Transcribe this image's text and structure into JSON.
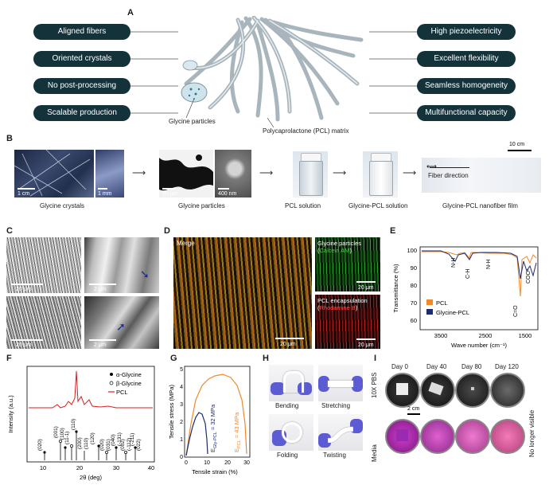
{
  "panels": {
    "A": "A",
    "B": "B",
    "C": "C",
    "D": "D",
    "E": "E",
    "F": "F",
    "G": "G",
    "H": "H",
    "I": "I"
  },
  "panelA": {
    "left_features": [
      "Aligned fibers",
      "Oriented crystals",
      "No post-processing",
      "Scalable production"
    ],
    "right_features": [
      "High piezoelectricity",
      "Excellent flexibility",
      "Seamless homogeneity",
      "Multifunctional capacity"
    ],
    "label_particles": "Glycine particles",
    "label_matrix": "Polycaprolactone (PCL) matrix",
    "colors": {
      "pill": "#14323a",
      "fiber": "#9aa8b0"
    }
  },
  "panelB": {
    "captions": [
      "Glycine crystals",
      "Glycine particles",
      "PCL solution",
      "Glycine-PCL solution",
      "Glycine-PCL nanofiber film"
    ],
    "scalebars": [
      "1 cm",
      "1 mm",
      "50 μm",
      "400 nm",
      "10 cm"
    ],
    "fiber_direction": "Fiber direction"
  },
  "panelC": {
    "scalebars": [
      "20 μm",
      "2 μm",
      "20 μm",
      "2 μm"
    ]
  },
  "panelD": {
    "merge": "Merge",
    "glycine_title": "Glycine particles",
    "glycine_stain": "Calcein AM",
    "pcl_title": "PCL encapsulation",
    "pcl_stain": "Rhodamine B",
    "scalebars": [
      "20 μm",
      "20 μm",
      "20 μm"
    ]
  },
  "panelE": {
    "ylabel": "Transmittance (%)",
    "xlabel": "Wave number (cm⁻¹)",
    "yticks": [
      "100",
      "90",
      "80",
      "70",
      "60"
    ],
    "xticks": [
      "3500",
      "2500",
      "1500"
    ],
    "legend": [
      "PCL",
      "Glycine-PCL"
    ],
    "annotations": [
      "N-H",
      "C-H",
      "N-H",
      "C=O",
      "COO-"
    ],
    "colors": {
      "pcl": "#f0892b",
      "gly": "#1c2a6e"
    }
  },
  "panelF": {
    "ylabel": "Intensity (a.u.)",
    "xlabel": "2θ (deg)",
    "xticks": [
      "10",
      "20",
      "30",
      "40"
    ],
    "legend": [
      "α-Glycine",
      "β-Glycine",
      "PCL"
    ],
    "peaks": [
      "(020)",
      "(001)",
      "(100)",
      "(11-1)",
      "(110)",
      "(200)",
      "(110)",
      "(120)",
      "(020)",
      "(031)",
      "(040)",
      "(-131)",
      "(002)",
      "(-112)",
      "(-211)",
      "(022)"
    ]
  },
  "panelG": {
    "ylabel": "Tensile stress (MPa)",
    "xlabel": "Tensile strain (%)",
    "yticks": [
      "0",
      "1",
      "2",
      "3",
      "4",
      "5"
    ],
    "xticks": [
      "0",
      "10",
      "20",
      "30"
    ],
    "e_gly": "E",
    "e_gly_sub": "Gly-PCL",
    "e_gly_val": " = 32 MPa",
    "e_pcl": "E",
    "e_pcl_sub": "PCL",
    "e_pcl_val": " = 43 MPa",
    "colors": {
      "pcl": "#f0892b",
      "gly": "#1c2a6e"
    }
  },
  "panelH": {
    "labels": [
      "Bending",
      "Stretching",
      "Folding",
      "Twisting"
    ]
  },
  "panelI": {
    "days": [
      "Day 0",
      "Day 40",
      "Day 80",
      "Day 120"
    ],
    "row1": "10X PBS",
    "row2": "Media",
    "scalebar": "2 cm",
    "not_visible": "No longer visible"
  }
}
